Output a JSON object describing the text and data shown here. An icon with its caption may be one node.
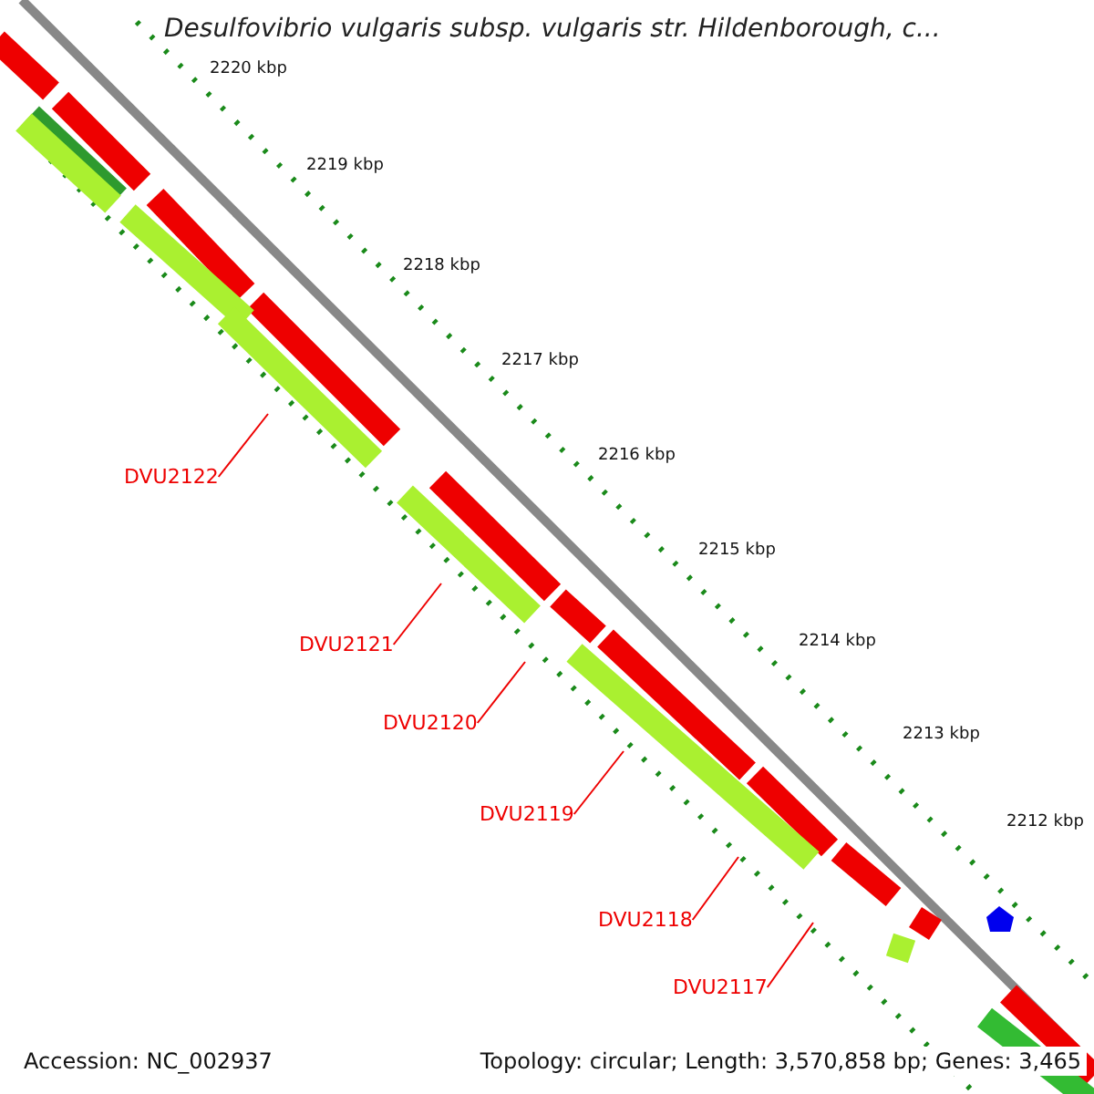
{
  "diagram": {
    "title": "Desulfovibrio vulgaris subsp. vulgaris str. Hildenborough, c...",
    "nodes": [
      {
        "text": [
          "DVU2122"
        ]
      },
      {
        "text": [
          "DVU2121"
        ]
      },
      {
        "text": [
          "DVU2120"
        ]
      },
      {
        "text": [
          "DVU2119"
        ]
      },
      {
        "text": [
          "DVU2118"
        ]
      },
      {
        "text": [
          "DVU2117"
        ]
      }
    ],
    "edges": [
      {
        "from": 0,
        "to": null,
        "arrow": "none"
      },
      {
        "from": 1,
        "to": null,
        "arrow": "none"
      },
      {
        "from": 2,
        "to": null,
        "arrow": "none"
      },
      {
        "from": 3,
        "to": null,
        "arrow": "none"
      },
      {
        "from": 4,
        "to": null,
        "arrow": "none"
      },
      {
        "from": 5,
        "to": null,
        "arrow": "none"
      }
    ],
    "labels": [
      "2220 kbp",
      "2219 kbp",
      "2218 kbp",
      "2217 kbp",
      "2216 kbp",
      "2215 kbp",
      "2214 kbp",
      "2213 kbp",
      "2212 kbp",
      "Accession: NC_002937",
      "Topology: circular; Length: 3,570,858 bp; Genes: 3,465"
    ]
  }
}
